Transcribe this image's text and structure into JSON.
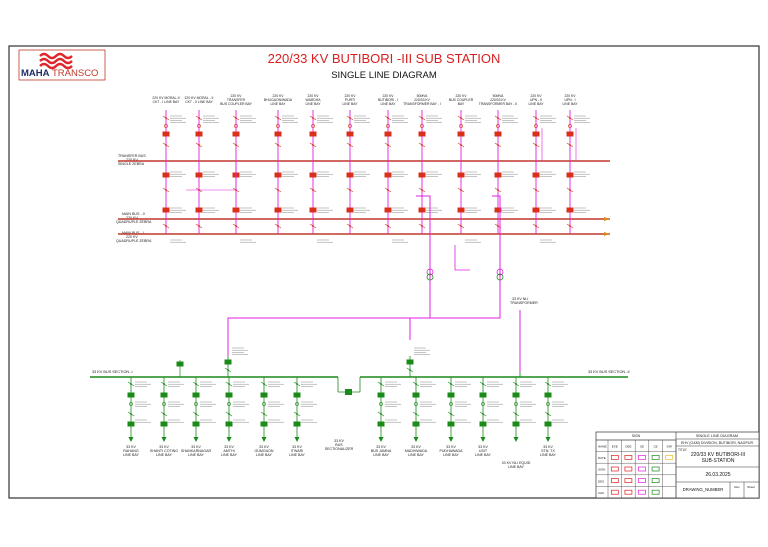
{
  "header": {
    "title": "220/33 KV BUTIBORI -III SUB STATION",
    "subtitle": "SINGLE LINE DIAGRAM",
    "logo_bold": "MAHA",
    "logo_light": "TRANSCO"
  },
  "buses_220": {
    "transfer_bus": [
      "TRANSFER BUS",
      "220 KV",
      "SINGLE ZEBRA"
    ],
    "main_bus_1": [
      "MAIN BUS - II",
      "220 KV",
      "QUADRUPLE ZEBRA"
    ],
    "main_bus_2": [
      "MAIN BUS - I",
      "220 KV",
      "QUADRUPLE ZEBRA"
    ]
  },
  "bays_220": [
    {
      "label": [
        "220 KV MORAL-II",
        "CKT - I LINE BAY"
      ]
    },
    {
      "label": [
        "220 KV MORAL - II",
        "CKT - II LINE BAY"
      ]
    },
    {
      "label": [
        "220 KV",
        "TRANSFER",
        "BUS COUPLER BAY"
      ]
    },
    {
      "label": [
        "220 KV",
        "BHUGAON/WADA",
        "LINE BAY"
      ]
    },
    {
      "label": [
        "220 KV",
        "WARDHA",
        "LINE BAY"
      ]
    },
    {
      "label": [
        "220 KV",
        "PURTI",
        "LINE BAY"
      ]
    },
    {
      "label": [
        "220 KV",
        "BUTIBORI - I",
        "LINE BAY"
      ]
    },
    {
      "label": [
        "50MVA",
        "220/33 KV",
        "TRANSFORMER BAY - I"
      ]
    },
    {
      "label": [
        "220 KV",
        "BUS COUPLER",
        "BAY"
      ]
    },
    {
      "label": [
        "50MVA",
        "220/33 KV",
        "TRANSFORMER BAY - II"
      ]
    },
    {
      "label": [
        "220 KV",
        "UPN - II",
        "LINE BAY"
      ]
    },
    {
      "label": [
        "220 KV",
        "UPN - I",
        "LINE BAY"
      ]
    }
  ],
  "buses_33": {
    "section_1": "33 KV BUS SECTION -I",
    "section_2": "33 KV BUS SECTION -II",
    "station_tx": [
      "33 KV NLI",
      "TRANSFORMER"
    ],
    "shared_note": "33 KV"
  },
  "bays_33": [
    {
      "label": [
        "33 KV",
        "RAHANG",
        "LINE BAY"
      ]
    },
    {
      "label": [
        "33 KV",
        "SHANTI COTING",
        "LINE BAY"
      ]
    },
    {
      "label": [
        "33 KV",
        "SHANKARNAGAR",
        "LINE BAY"
      ]
    },
    {
      "label": [
        "33 KV",
        "AMTHI",
        "LINE BAY"
      ]
    },
    {
      "label": [
        "33 KV",
        "GUMGAON",
        "LINE BAY"
      ]
    },
    {
      "label": [
        "33 KV",
        "ITWARI",
        "LINE BAY"
      ]
    },
    {
      "label": [
        "33 KV",
        "BUS",
        "SECTIONALIZER"
      ]
    },
    {
      "label": [
        "33 KV",
        "BUS JAMNA",
        "LINE BAY"
      ]
    },
    {
      "label": [
        "33 KV",
        "MADHIWADA",
        "LINE BAY"
      ]
    },
    {
      "label": [
        "33 KV",
        "PUDHAWADA",
        "LINE BAY"
      ]
    },
    {
      "label": [
        "33 KV",
        "USIT",
        "LINE BAY"
      ]
    },
    {
      "label": [
        "33 KV NLI EQUID",
        "LINE BAY"
      ]
    },
    {
      "label": [
        "33 KV",
        "STN. TX",
        "LINE BAY"
      ]
    }
  ],
  "title_block": {
    "heading": "SINGLE LINE DIAGRAM",
    "division": "EHV (O&M) DIVISION, BUTIBORI, NAGPUR",
    "title_label": "TITLE",
    "title_main": [
      "220/33 KV BUTIBORI-III",
      "SUB-STATION"
    ],
    "date": "26.03.2025",
    "drawing_number": "DRAWING_NUMBER",
    "sheet_label": "Sheet",
    "revision_label": "Rev",
    "sign_heading": "SIGN",
    "row_labels": [
      "NAME",
      "DATE",
      "SIGN",
      "DES",
      "CHK"
    ],
    "col_labels": [
      "EXE",
      "DEE",
      "SE",
      "CE",
      "DIR"
    ]
  },
  "colors": {
    "bus_220": "#c0392b",
    "transfer": "#cc2200",
    "tap": "#e020e0",
    "bus_33": "#1a8a1a",
    "breaker": "#d9301a",
    "text": "#222222"
  }
}
